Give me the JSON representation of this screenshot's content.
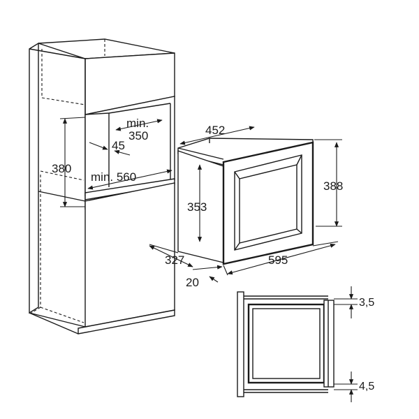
{
  "dimensions": {
    "cabinet_min_depth_top": "min.",
    "cabinet_min_depth_value": "350",
    "cabinet_45": "45",
    "cabinet_height": "380",
    "cabinet_min_width": "min. 560",
    "oven_depth_top": "452",
    "oven_height_right": "388",
    "oven_height_left": "353",
    "oven_depth_bottom": "327",
    "oven_width": "595",
    "oven_offset": "20",
    "detail_top": "3,5",
    "detail_bottom": "4,5"
  }
}
